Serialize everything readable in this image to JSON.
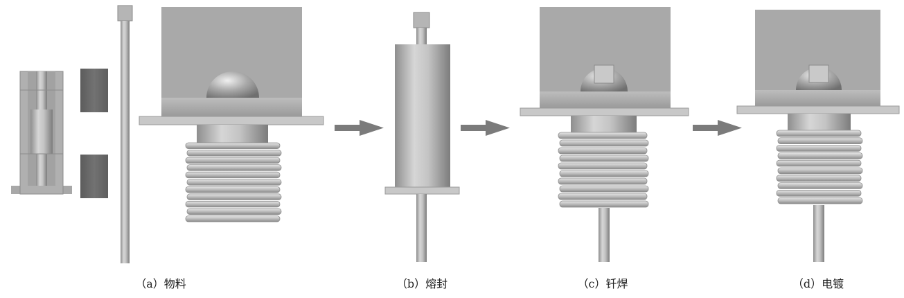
{
  "diagram": {
    "steps": [
      {
        "id": "a",
        "caption": "（a）物料"
      },
      {
        "id": "b",
        "caption": "（b）熔封"
      },
      {
        "id": "c",
        "caption": "（c）钎焊"
      },
      {
        "id": "d",
        "caption": "（d）电镀"
      }
    ],
    "arrow_color": "#7b7b7b"
  }
}
